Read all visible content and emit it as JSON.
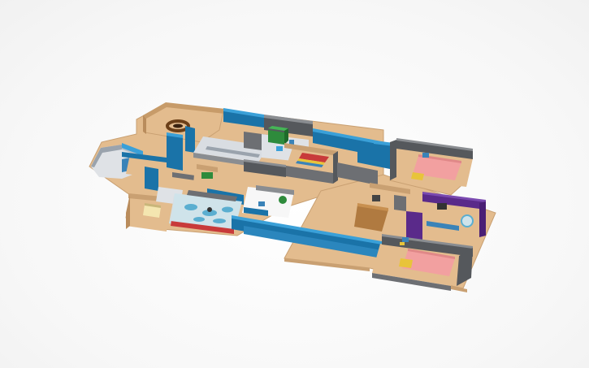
{
  "viewer": {
    "background": "#ffffff",
    "mode": "3d-isometric-design-view"
  },
  "model": {
    "subject": "floor-plan",
    "palette": {
      "floor_tan": "#e3bc8e",
      "floor_tan_dark": "#c9a072",
      "wall_blue": "#1a73a8",
      "wall_blue_top": "#3aa0d8",
      "wall_gray": "#6d6f73",
      "wall_gray_top": "#8a8d91",
      "wall_purple": "#5a2a8a",
      "bed_pink": "#f2a0a0",
      "pool_light": "#b9dde8",
      "rug_brown": "#7a4a20",
      "accent_yellow": "#e8c43a",
      "accent_red": "#c83a3a",
      "plant_green": "#2e8b3c"
    },
    "rooms": [
      {
        "id": "octagon-room",
        "icon": "rug-icon"
      },
      {
        "id": "curved-entry",
        "icon": "door-icon"
      },
      {
        "id": "corridor-north",
        "icon": "wall-icon"
      },
      {
        "id": "gallery-room",
        "icon": "ramp-icon"
      },
      {
        "id": "green-block-room",
        "icon": "box-icon"
      },
      {
        "id": "kitchen-room",
        "icon": "counter-icon"
      },
      {
        "id": "pool-room",
        "icon": "pool-icon"
      },
      {
        "id": "small-bath",
        "icon": "sofa-icon"
      },
      {
        "id": "center-courtyard",
        "icon": "courtyard-icon"
      },
      {
        "id": "office-room",
        "icon": "desk-icon"
      },
      {
        "id": "bedroom-north",
        "icon": "bed-icon"
      },
      {
        "id": "bedroom-south",
        "icon": "bed-icon"
      },
      {
        "id": "purple-room",
        "icon": "lamp-icon"
      },
      {
        "id": "lower-corridor",
        "icon": "wall-icon"
      }
    ]
  }
}
